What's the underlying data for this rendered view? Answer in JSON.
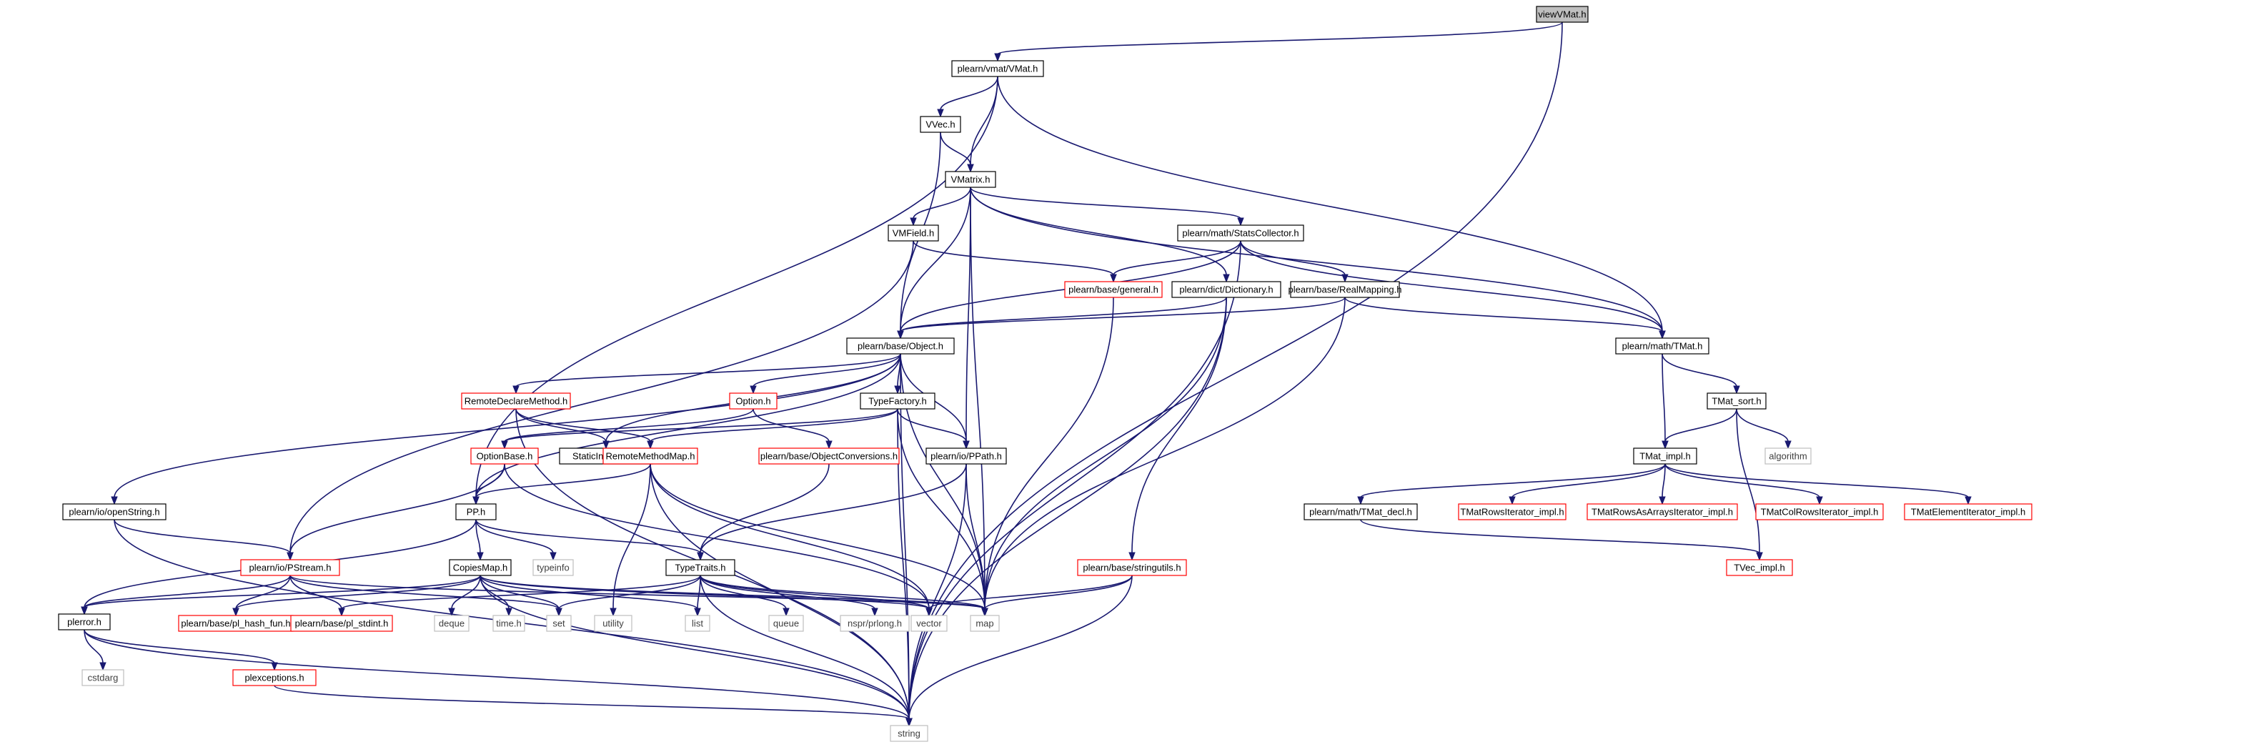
{
  "graph": {
    "root": "viewVMat.h",
    "colors": {
      "edge": "#191970",
      "root_fill": "#bfbfbf",
      "node_border": "#000000",
      "truncated_border": "#ff0000",
      "system_border": "#bfbfbf",
      "system_text": "#404040"
    },
    "nodes": [
      {
        "id": "viewVMat",
        "label": "viewVMat.h",
        "kind": "root"
      },
      {
        "id": "VMat",
        "label": "plearn/vmat/VMat.h",
        "kind": "file"
      },
      {
        "id": "VVec",
        "label": "VVec.h",
        "kind": "file"
      },
      {
        "id": "VMatrix",
        "label": "VMatrix.h",
        "kind": "file"
      },
      {
        "id": "VMField",
        "label": "VMField.h",
        "kind": "file"
      },
      {
        "id": "StatsCollector",
        "label": "plearn/math/StatsCollector.h",
        "kind": "file"
      },
      {
        "id": "general",
        "label": "plearn/base/general.h",
        "kind": "truncated"
      },
      {
        "id": "Dictionary",
        "label": "plearn/dict/Dictionary.h",
        "kind": "file"
      },
      {
        "id": "RealMapping",
        "label": "plearn/base/RealMapping.h",
        "kind": "file"
      },
      {
        "id": "Object",
        "label": "plearn/base/Object.h",
        "kind": "file"
      },
      {
        "id": "TMat",
        "label": "plearn/math/TMat.h",
        "kind": "file"
      },
      {
        "id": "RemoteDeclareMethod",
        "label": "RemoteDeclareMethod.h",
        "kind": "truncated"
      },
      {
        "id": "Option",
        "label": "Option.h",
        "kind": "truncated"
      },
      {
        "id": "TypeFactory",
        "label": "TypeFactory.h",
        "kind": "file"
      },
      {
        "id": "TMat_sort",
        "label": "TMat_sort.h",
        "kind": "file"
      },
      {
        "id": "StaticInitializer",
        "label": "StaticInitializer.h",
        "kind": "file"
      },
      {
        "id": "OptionBase",
        "label": "OptionBase.h",
        "kind": "truncated"
      },
      {
        "id": "RemoteMethodMap",
        "label": "RemoteMethodMap.h",
        "kind": "truncated"
      },
      {
        "id": "ObjectConversions",
        "label": "plearn/base/ObjectConversions.h",
        "kind": "truncated"
      },
      {
        "id": "PPath",
        "label": "plearn/io/PPath.h",
        "kind": "file"
      },
      {
        "id": "algorithm",
        "label": "algorithm",
        "kind": "system"
      },
      {
        "id": "TMat_impl",
        "label": "TMat_impl.h",
        "kind": "file"
      },
      {
        "id": "openString",
        "label": "plearn/io/openString.h",
        "kind": "file"
      },
      {
        "id": "PP",
        "label": "PP.h",
        "kind": "file"
      },
      {
        "id": "TMat_decl",
        "label": "plearn/math/TMat_decl.h",
        "kind": "file"
      },
      {
        "id": "TMatRowsIterator",
        "label": "TMatRowsIterator_impl.h",
        "kind": "truncated"
      },
      {
        "id": "TMatRowsAsArraysIterator",
        "label": "TMatRowsAsArraysIterator_impl.h",
        "kind": "truncated"
      },
      {
        "id": "TMatColRowsIterator",
        "label": "TMatColRowsIterator_impl.h",
        "kind": "truncated"
      },
      {
        "id": "TMatElementIterator",
        "label": "TMatElementIterator_impl.h",
        "kind": "truncated"
      },
      {
        "id": "typeinfo",
        "label": "typeinfo",
        "kind": "system"
      },
      {
        "id": "CopiesMap",
        "label": "CopiesMap.h",
        "kind": "file"
      },
      {
        "id": "PStream",
        "label": "plearn/io/PStream.h",
        "kind": "truncated"
      },
      {
        "id": "TypeTraits",
        "label": "TypeTraits.h",
        "kind": "file"
      },
      {
        "id": "stringutils",
        "label": "plearn/base/stringutils.h",
        "kind": "truncated"
      },
      {
        "id": "TVec_impl",
        "label": "TVec_impl.h",
        "kind": "truncated"
      },
      {
        "id": "plerror",
        "label": "plerror.h",
        "kind": "file"
      },
      {
        "id": "pl_hash_fun",
        "label": "plearn/base/pl_hash_fun.h",
        "kind": "truncated"
      },
      {
        "id": "pl_stdint",
        "label": "plearn/base/pl_stdint.h",
        "kind": "truncated"
      },
      {
        "id": "deque",
        "label": "deque",
        "kind": "system"
      },
      {
        "id": "time",
        "label": "time.h",
        "kind": "system"
      },
      {
        "id": "set",
        "label": "set",
        "kind": "system"
      },
      {
        "id": "utility",
        "label": "utility",
        "kind": "system"
      },
      {
        "id": "list",
        "label": "list",
        "kind": "system"
      },
      {
        "id": "queue",
        "label": "queue",
        "kind": "system"
      },
      {
        "id": "prlong",
        "label": "nspr/prlong.h",
        "kind": "system"
      },
      {
        "id": "vector",
        "label": "vector",
        "kind": "system"
      },
      {
        "id": "map",
        "label": "map",
        "kind": "system"
      },
      {
        "id": "cstdarg",
        "label": "cstdarg",
        "kind": "system"
      },
      {
        "id": "plexceptions",
        "label": "plexceptions.h",
        "kind": "truncated"
      },
      {
        "id": "string",
        "label": "string",
        "kind": "system"
      }
    ],
    "edges": [
      [
        "viewVMat",
        "VMat"
      ],
      [
        "viewVMat",
        "string"
      ],
      [
        "VMat",
        "VVec"
      ],
      [
        "VMat",
        "VMatrix"
      ],
      [
        "VMat",
        "TMat"
      ],
      [
        "VMat",
        "PP"
      ],
      [
        "VVec",
        "VMatrix"
      ],
      [
        "VVec",
        "Object"
      ],
      [
        "VMatrix",
        "VMField"
      ],
      [
        "VMatrix",
        "StatsCollector"
      ],
      [
        "VMatrix",
        "Dictionary"
      ],
      [
        "VMatrix",
        "TMat"
      ],
      [
        "VMatrix",
        "Object"
      ],
      [
        "VMatrix",
        "PPath"
      ],
      [
        "VMatrix",
        "map"
      ],
      [
        "VMField",
        "general"
      ],
      [
        "VMField",
        "PStream"
      ],
      [
        "StatsCollector",
        "general"
      ],
      [
        "StatsCollector",
        "RealMapping"
      ],
      [
        "StatsCollector",
        "TMat"
      ],
      [
        "StatsCollector",
        "Object"
      ],
      [
        "StatsCollector",
        "string"
      ],
      [
        "general",
        "map"
      ],
      [
        "Dictionary",
        "Object"
      ],
      [
        "Dictionary",
        "stringutils"
      ],
      [
        "Dictionary",
        "map"
      ],
      [
        "Dictionary",
        "string"
      ],
      [
        "RealMapping",
        "Object"
      ],
      [
        "RealMapping",
        "TMat"
      ],
      [
        "RealMapping",
        "map"
      ],
      [
        "Object",
        "RemoteDeclareMethod"
      ],
      [
        "Object",
        "Option"
      ],
      [
        "Object",
        "TypeFactory"
      ],
      [
        "Object",
        "StaticInitializer"
      ],
      [
        "Object",
        "PP"
      ],
      [
        "Object",
        "PPath"
      ],
      [
        "Object",
        "openString"
      ],
      [
        "Object",
        "map"
      ],
      [
        "Object",
        "string"
      ],
      [
        "TMat",
        "TMat_sort"
      ],
      [
        "TMat",
        "TMat_impl"
      ],
      [
        "RemoteDeclareMethod",
        "RemoteMethodMap"
      ],
      [
        "RemoteDeclareMethod",
        "StaticInitializer"
      ],
      [
        "RemoteDeclareMethod",
        "string"
      ],
      [
        "Option",
        "OptionBase"
      ],
      [
        "Option",
        "ObjectConversions"
      ],
      [
        "TypeFactory",
        "OptionBase"
      ],
      [
        "TypeFactory",
        "RemoteMethodMap"
      ],
      [
        "TypeFactory",
        "PPath"
      ],
      [
        "TypeFactory",
        "map"
      ],
      [
        "TypeFactory",
        "string"
      ],
      [
        "TMat_sort",
        "TMat_impl"
      ],
      [
        "TMat_sort",
        "algorithm"
      ],
      [
        "TMat_sort",
        "TVec_impl"
      ],
      [
        "OptionBase",
        "PP"
      ],
      [
        "OptionBase",
        "PStream"
      ],
      [
        "OptionBase",
        "vector"
      ],
      [
        "RemoteMethodMap",
        "PP"
      ],
      [
        "RemoteMethodMap",
        "map"
      ],
      [
        "RemoteMethodMap",
        "vector"
      ],
      [
        "RemoteMethodMap",
        "utility"
      ],
      [
        "RemoteMethodMap",
        "string"
      ],
      [
        "ObjectConversions",
        "TypeTraits"
      ],
      [
        "PPath",
        "TypeTraits"
      ],
      [
        "PPath",
        "map"
      ],
      [
        "PPath",
        "string"
      ],
      [
        "TMat_impl",
        "TMat_decl"
      ],
      [
        "TMat_impl",
        "TMatRowsIterator"
      ],
      [
        "TMat_impl",
        "TMatRowsAsArraysIterator"
      ],
      [
        "TMat_impl",
        "TMatColRowsIterator"
      ],
      [
        "TMat_impl",
        "TMatElementIterator"
      ],
      [
        "TMat_decl",
        "TVec_impl"
      ],
      [
        "openString",
        "PStream"
      ],
      [
        "openString",
        "string"
      ],
      [
        "PP",
        "CopiesMap"
      ],
      [
        "PP",
        "TypeTraits"
      ],
      [
        "PP",
        "typeinfo"
      ],
      [
        "PP",
        "plerror"
      ],
      [
        "CopiesMap",
        "plerror"
      ],
      [
        "CopiesMap",
        "pl_hash_fun"
      ],
      [
        "CopiesMap",
        "map"
      ],
      [
        "CopiesMap",
        "set"
      ],
      [
        "CopiesMap",
        "deque"
      ],
      [
        "CopiesMap",
        "time"
      ],
      [
        "CopiesMap",
        "list"
      ],
      [
        "CopiesMap",
        "string"
      ],
      [
        "CopiesMap",
        "vector"
      ],
      [
        "PStream",
        "plerror"
      ],
      [
        "PStream",
        "pl_hash_fun"
      ],
      [
        "PStream",
        "pl_stdint"
      ],
      [
        "PStream",
        "set"
      ],
      [
        "PStream",
        "map"
      ],
      [
        "TypeTraits",
        "pl_stdint"
      ],
      [
        "TypeTraits",
        "set"
      ],
      [
        "TypeTraits",
        "list"
      ],
      [
        "TypeTraits",
        "queue"
      ],
      [
        "TypeTraits",
        "prlong"
      ],
      [
        "TypeTraits",
        "vector"
      ],
      [
        "TypeTraits",
        "map"
      ],
      [
        "TypeTraits",
        "string"
      ],
      [
        "stringutils",
        "vector"
      ],
      [
        "stringutils",
        "map"
      ],
      [
        "stringutils",
        "string"
      ],
      [
        "plerror",
        "cstdarg"
      ],
      [
        "plerror",
        "plexceptions"
      ],
      [
        "plerror",
        "string"
      ],
      [
        "plexceptions",
        "string"
      ]
    ]
  }
}
